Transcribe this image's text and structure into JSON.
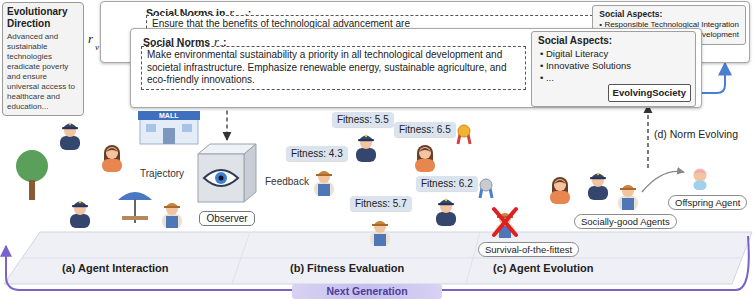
{
  "diagram": {
    "nodes": [
      {
        "text": [
          "Evolutionary Direction",
          "Advanced and sustainable technologies eradicate poverty and ensure universal access to healthcare and education..."
        ]
      },
      {
        "text": [
          "Social Norms in",
          "r",
          "g+1",
          ":"
        ]
      },
      {
        "text": [
          "Ensure that the benefits of technological advancement are"
        ],
        "in": 1
      },
      {
        "text": [
          "Social Aspects:",
          "• Responsible Technological Integration",
          "velopment"
        ],
        "in": 1
      },
      {
        "text": [
          "Social Norms",
          "r",
          "g",
          ":"
        ]
      },
      {
        "text": [
          "Make environmental sustainability a priority in all technological development and societal infrastructure. Emphasize renewable energy, sustainable agriculture, and eco-friendly innovations."
        ],
        "in": 4
      },
      {
        "text": [
          "Social Aspects:",
          "• Digital Literacy",
          "• Innovative Solutions",
          "• ..."
        ],
        "in": 4
      },
      {
        "text": [
          "EvolvingSociety"
        ],
        "in": 6
      },
      {
        "text": [
          "Observer"
        ]
      },
      {
        "text": [
          "Fitness: 5.5"
        ]
      },
      {
        "text": [
          "Fitness: 6.5"
        ]
      },
      {
        "text": [
          "Fitness: 4.3"
        ]
      },
      {
        "text": [
          "Fitness: 6.2"
        ]
      },
      {
        "text": [
          "Fitness: 5.7"
        ]
      },
      {
        "text": [
          "Socially-good Agents"
        ]
      },
      {
        "text": [
          "Survival-of-the-fittest"
        ]
      },
      {
        "text": [
          "Offspring Agent"
        ]
      },
      {
        "text": [
          "Next Generation"
        ]
      }
    ],
    "edges": [
      {
        "from": 5,
        "to": 8,
        "arrow": "to"
      },
      {
        "from": 7,
        "to": 1,
        "arrow": "to"
      }
    ],
    "labels": [
      "r",
      "v",
      "MALL",
      "Trajectory",
      "Feedback",
      "(a) Agent Interaction",
      "(b) Fitness Evaluation",
      "(c) Agent Evolution",
      "(d) Norm Evolving"
    ]
  }
}
